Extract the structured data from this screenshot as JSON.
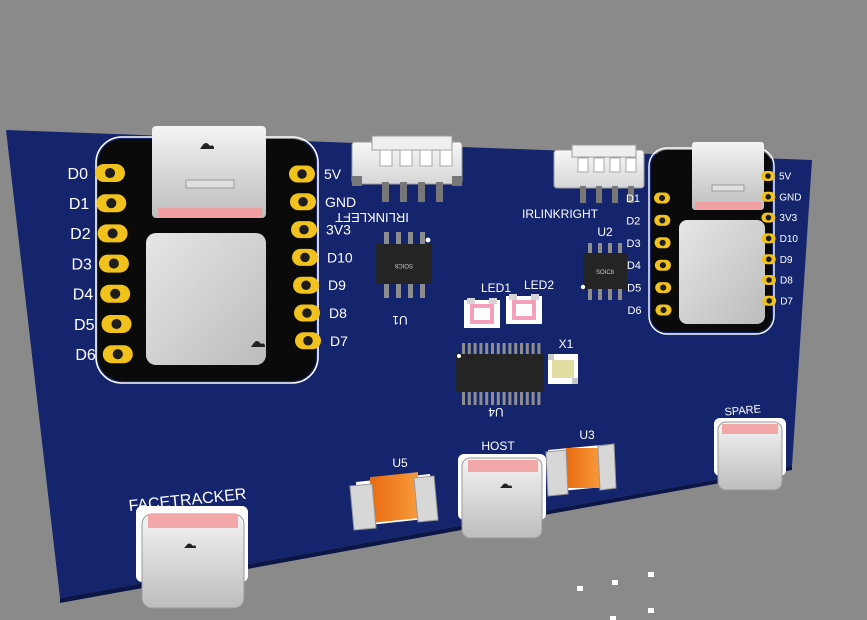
{
  "board": {
    "colors": {
      "background": "#8a8a8a",
      "pcb": "#14256e",
      "silkscreen": "#ffffff",
      "pad": "#f2c21c",
      "resistor_body": "#f07a1a",
      "chip": "#242424"
    },
    "left_module": {
      "left_pins": [
        "D0",
        "D1",
        "D2",
        "D3",
        "D4",
        "D5",
        "D6"
      ],
      "right_pins": [
        "5V",
        "GND",
        "3V3",
        "D10",
        "D9",
        "D8",
        "D7"
      ]
    },
    "right_module": {
      "left_pins": [
        "D1",
        "D2",
        "D3",
        "D4",
        "D5",
        "D6"
      ],
      "right_pins": [
        "5V",
        "GND",
        "3V3",
        "D10",
        "D9",
        "D8",
        "D7"
      ]
    },
    "labels": {
      "iriklleft": "IRLINKLEFT",
      "irikright": "IRLINKRIGHT",
      "u1": "U1",
      "u2": "U2",
      "u3": "U3",
      "u4": "U4",
      "u5": "U5",
      "led1": "LED1",
      "led2": "LED2",
      "x1": "X1",
      "facetracker": "FACETRACKER",
      "host": "HOST",
      "spare": "SPARE"
    },
    "chip_marks": {
      "u1": "SOIC8",
      "u2": "SOIC8"
    }
  }
}
